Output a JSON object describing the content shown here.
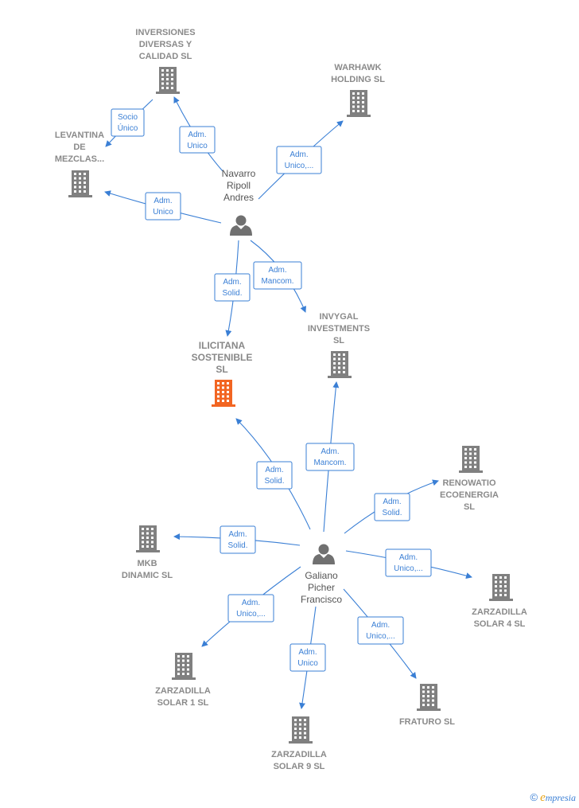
{
  "nodes": {
    "inversiones": {
      "label": [
        "INVERSIONES",
        "DIVERSAS Y",
        "CALIDAD SL"
      ]
    },
    "warhawk": {
      "label": [
        "WARHAWK",
        "HOLDING  SL"
      ]
    },
    "levantina": {
      "label": [
        "LEVANTINA",
        "DE",
        "MEZCLAS..."
      ]
    },
    "navarro": {
      "label": [
        "Navarro",
        "Ripoll",
        "Andres"
      ]
    },
    "ilicitana": {
      "label": [
        "ILICITANA",
        "SOSTENIBLE",
        "SL"
      ]
    },
    "invygal": {
      "label": [
        "INVYGAL",
        "INVESTMENTS",
        "SL"
      ]
    },
    "renowatio": {
      "label": [
        "RENOWATIO",
        "ECOENERGIA",
        "SL"
      ]
    },
    "mkb": {
      "label": [
        "MKB",
        "DINAMIC  SL"
      ]
    },
    "galiano": {
      "label": [
        "Galiano",
        "Picher",
        "Francisco"
      ]
    },
    "zarzadilla4": {
      "label": [
        "ZARZADILLA",
        "SOLAR 4 SL"
      ]
    },
    "zarzadilla1": {
      "label": [
        "ZARZADILLA",
        "SOLAR 1  SL"
      ]
    },
    "zarzadilla9": {
      "label": [
        "ZARZADILLA",
        "SOLAR 9 SL"
      ]
    },
    "fraturo": {
      "label": [
        "FRATURO  SL"
      ]
    }
  },
  "edges": {
    "socio_unico": [
      "Socio",
      "Único"
    ],
    "adm_unico_inv": [
      "Adm.",
      "Unico"
    ],
    "adm_unico_warhawk": [
      "Adm.",
      "Unico,..."
    ],
    "adm_unico_levantina": [
      "Adm.",
      "Unico"
    ],
    "adm_solid_navarro": [
      "Adm.",
      "Solid."
    ],
    "adm_mancom_navarro": [
      "Adm.",
      "Mancom."
    ],
    "adm_solid_galiano_ilic": [
      "Adm.",
      "Solid."
    ],
    "adm_mancom_galiano": [
      "Adm.",
      "Mancom."
    ],
    "adm_solid_renowatio": [
      "Adm.",
      "Solid."
    ],
    "adm_solid_mkb": [
      "Adm.",
      "Solid."
    ],
    "adm_unico_z4": [
      "Adm.",
      "Unico,..."
    ],
    "adm_unico_z1": [
      "Adm.",
      "Unico,..."
    ],
    "adm_unico_z9": [
      "Adm.",
      "Unico"
    ],
    "adm_unico_fraturo": [
      "Adm.",
      "Unico,..."
    ]
  },
  "colors": {
    "edge": "#3a7fd5",
    "building": "#808080",
    "focus_building": "#f26522",
    "person": "#707070"
  },
  "footer": {
    "copyright": "©",
    "brand_e": "e",
    "brand_rest": "mpresia"
  }
}
